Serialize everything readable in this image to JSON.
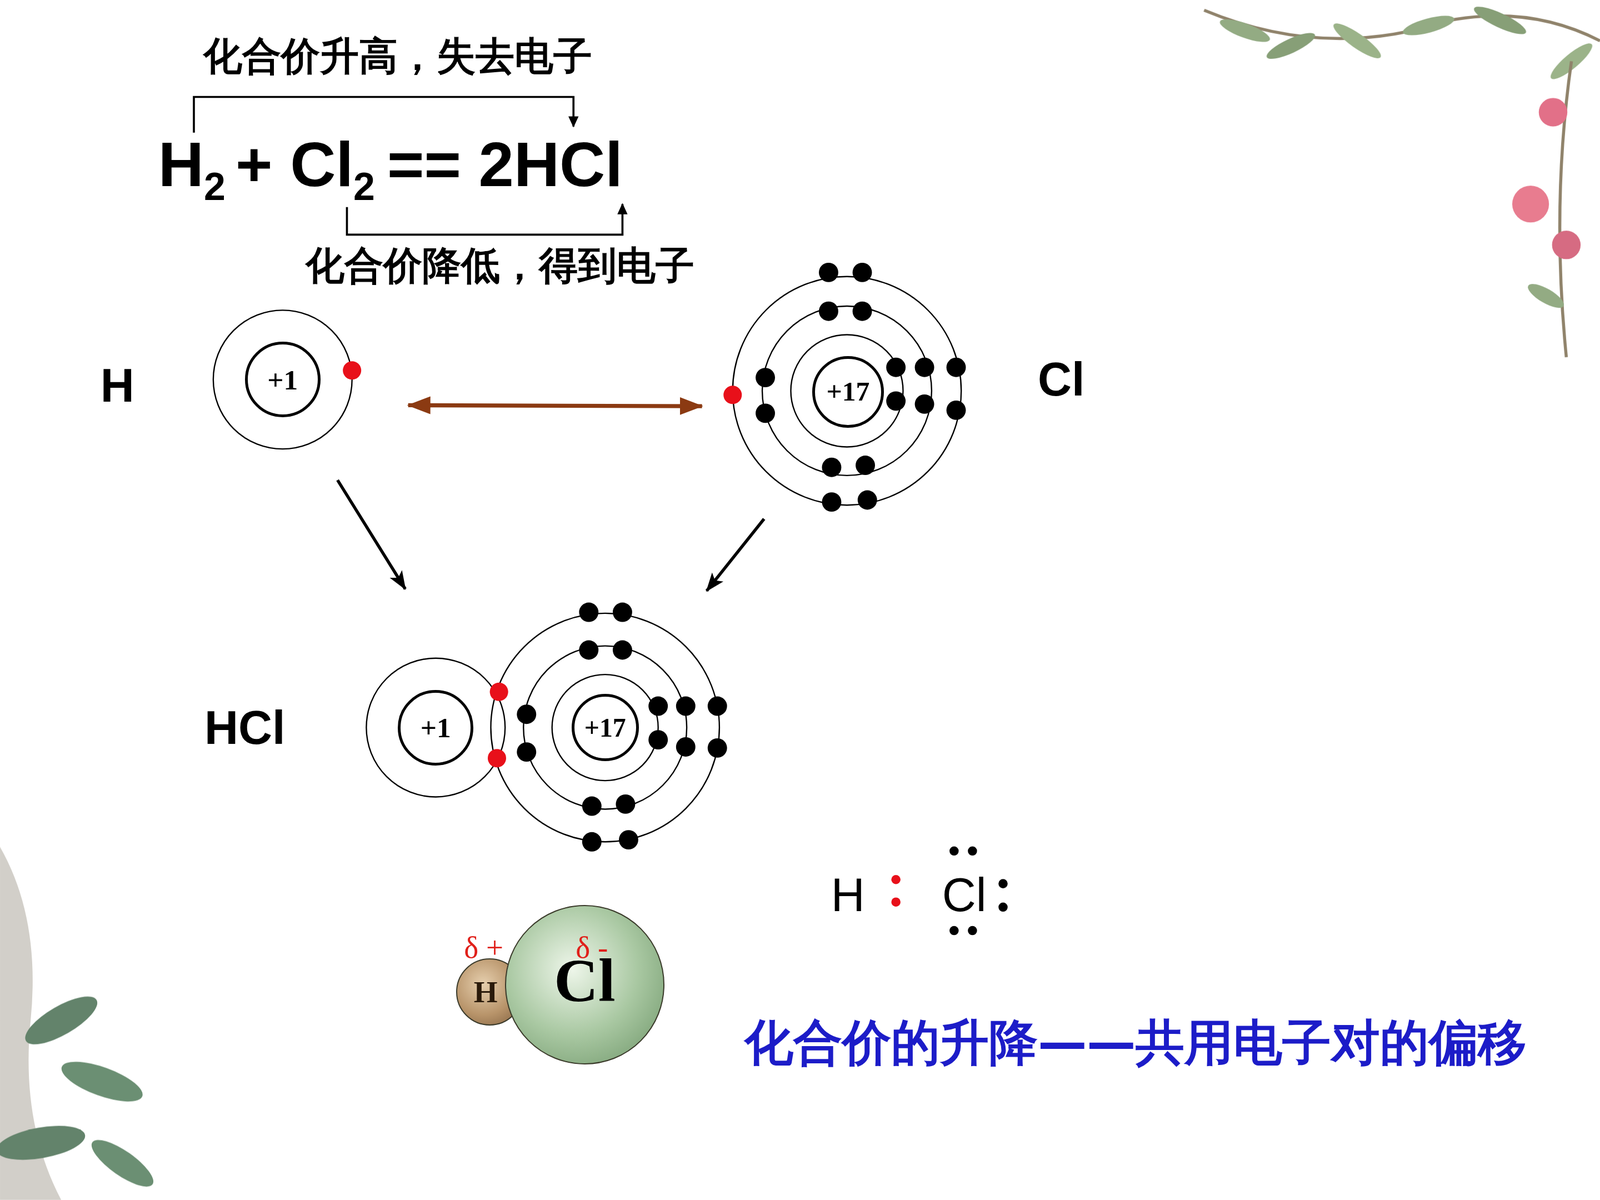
{
  "diagram": {
    "caption": "化合价的升降——共用电子对的偏移",
    "nodes": [
      {
        "text": [
          "H"
        ]
      },
      {
        "text": [
          "+1"
        ],
        "in": 0
      },
      {
        "text": [
          "Cl"
        ]
      },
      {
        "text": [
          "+17"
        ],
        "in": 2
      },
      {
        "text": [
          "HCl"
        ]
      },
      {
        "text": [
          "+1"
        ],
        "in": 4
      },
      {
        "text": [
          "+17"
        ],
        "in": 4
      },
      {
        "text": [
          "H"
        ]
      },
      {
        "text": [
          "Cl"
        ]
      }
    ],
    "edges": [
      {
        "from": 0,
        "to": 2,
        "arrow": "both"
      },
      {
        "from": 0,
        "to": 4,
        "arrow": "to"
      },
      {
        "from": 2,
        "to": 4,
        "arrow": "to"
      }
    ],
    "labels": [
      "化合价升高，失去电子",
      "H",
      "2",
      "+ Cl",
      "2",
      "== 2HCl",
      "化合价降低，得到电子",
      "H",
      "Cl",
      "δ +",
      "δ -"
    ]
  }
}
